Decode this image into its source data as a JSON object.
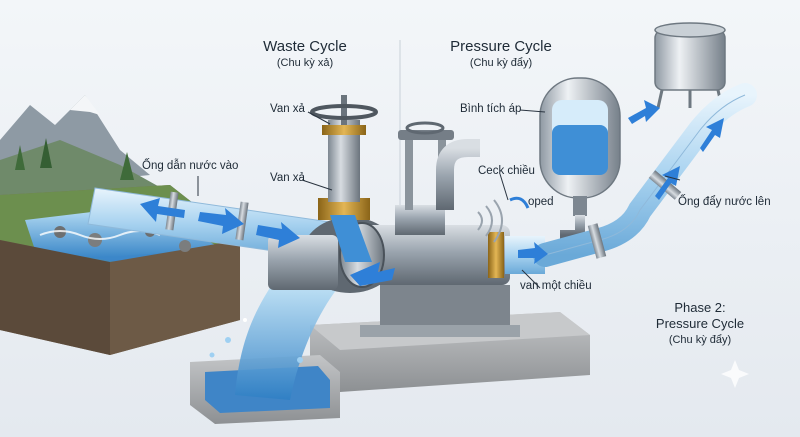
{
  "sections": {
    "waste": {
      "title": "Waste Cycle",
      "subtitle": "(Chu kỳ xả)"
    },
    "pressure": {
      "title": "Pressure Cycle",
      "subtitle": "(Chu kỳ đẩy)"
    },
    "phase2": {
      "line1": "Phase 2:",
      "line2": "Pressure Cycle",
      "subtitle": "(Chu kỳ đẩy)"
    }
  },
  "labels": {
    "inlet_pipe": "Ống dẫn nước vào",
    "waste_valve_top": "Van xả",
    "waste_valve": "Van xả",
    "pressure_tank": "Bình tích áp",
    "check_valve": "Ceck chiều",
    "oped": "oped",
    "one_way_valve": "van một chiều",
    "delivery_pipe": "Ống đẩy nước lên"
  },
  "colors": {
    "background": "#eef2f6",
    "water": "#3f8fd6",
    "water_light": "#9fd0f2",
    "pipe_glass": "#cfe6f7",
    "steel": "#9aa4ae",
    "brass": "#c8962e",
    "concrete": "#a7a9ab",
    "arrow": "#2e7fd8"
  }
}
